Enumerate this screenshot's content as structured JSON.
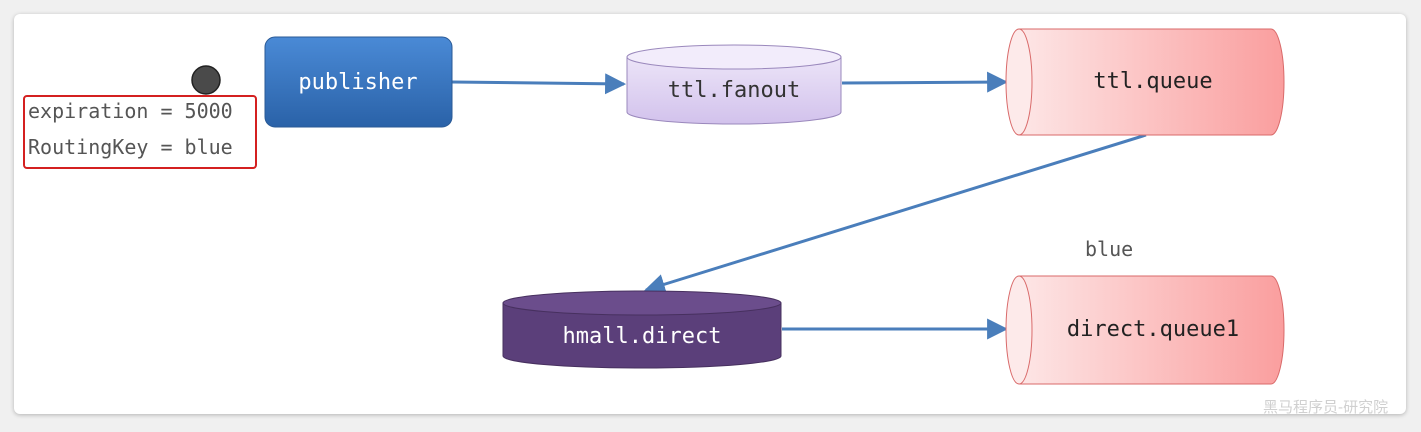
{
  "message": {
    "expiration_text": "expiration = 5000",
    "routing_key_text": "RoutingKey = blue"
  },
  "nodes": {
    "publisher": "publisher",
    "ttl_fanout": "ttl.fanout",
    "ttl_queue": "ttl.queue",
    "hmall_direct": "hmall.direct",
    "direct_queue1": "direct.queue1"
  },
  "edge_labels": {
    "binding_key": "blue"
  },
  "watermark": "黑马程序员-研究院",
  "colors": {
    "publisher": "#3a78c4",
    "fanout_exchange": "#ddd0f0",
    "direct_exchange": "#5b3f7a",
    "queue": "#fbb8b8",
    "arrow": "#4a7ebb",
    "message_border": "#d42020",
    "message_dot": "#4a4a4a"
  }
}
